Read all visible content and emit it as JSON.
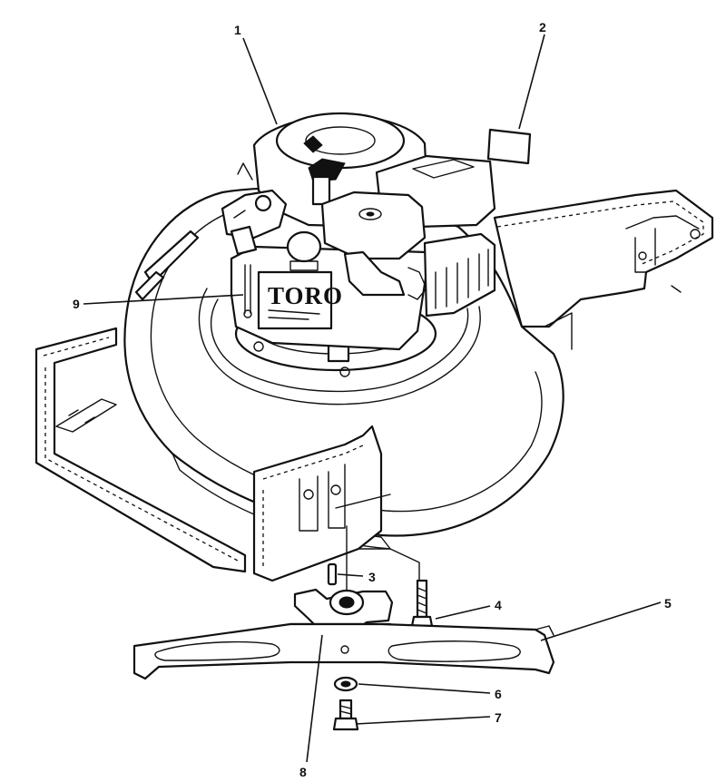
{
  "callouts": {
    "c1": "1",
    "c2": "2",
    "c3": "3",
    "c4": "4",
    "c5": "5",
    "c6": "6",
    "c7": "7",
    "c8": "8",
    "c9": "9"
  },
  "engine_logo": "TORO"
}
